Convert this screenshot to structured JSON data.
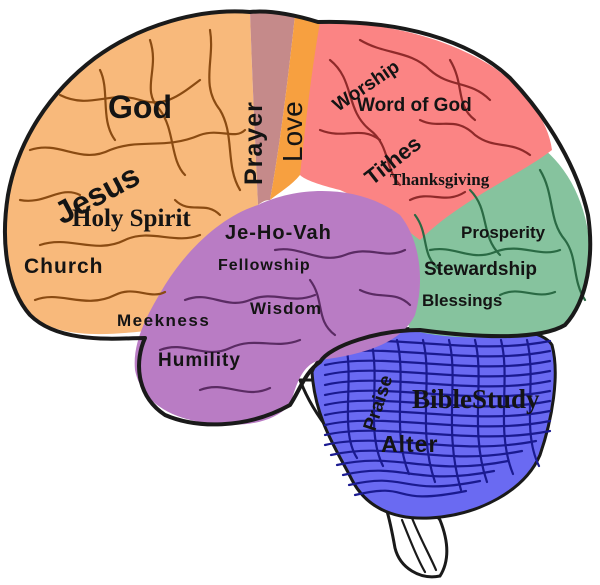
{
  "colors": {
    "frontal": "#f8b97b",
    "frontal_fold": "#8a4b12",
    "prayer": "#c58a8a",
    "love": "#f7a040",
    "parietal": "#fb8484",
    "parietal_fold": "#8f2a2a",
    "occipital": "#86c39e",
    "occipital_fold": "#2a6a44",
    "temporal": "#b97cc4",
    "temporal_fold": "#5a2b63",
    "cerebellum": "#6a6af2",
    "cerebellum_dark": "#1a1a90",
    "stem": "#ffffff"
  },
  "labels": {
    "god": "God",
    "jesus": "Jesus",
    "holy_spirit": "Holy Spirit",
    "church": "Church",
    "prayer": "Prayer",
    "love": "Love",
    "worship": "Worship",
    "word_of_god": "Word of God",
    "tithes": "Tithes",
    "thanksgiving": "Thanksgiving",
    "prosperity": "Prosperity",
    "stewardship": "Stewardship",
    "blessings": "Blessings",
    "jehovah": "Je-Ho-Vah",
    "fellowship": "Fellowship",
    "wisdom": "Wisdom",
    "meekness": "Meekness",
    "humility": "Humility",
    "praise": "Praise",
    "biblestudy": "BibleStudy",
    "alter": "Alter"
  }
}
